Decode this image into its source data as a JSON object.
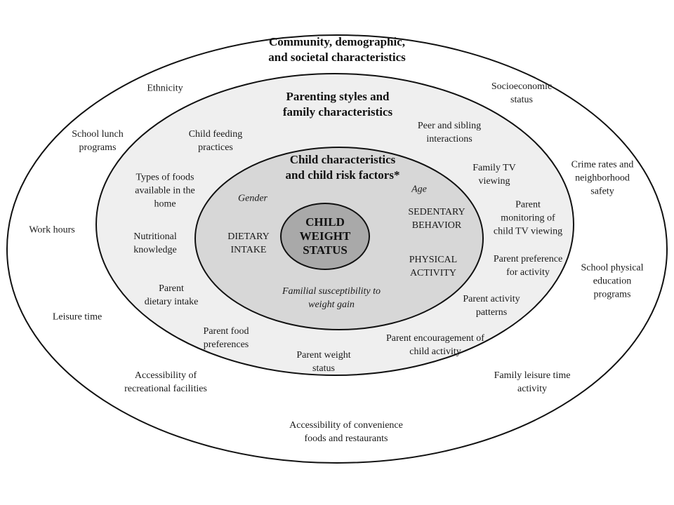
{
  "colors": {
    "outer_fill": "#ffffff",
    "middle_fill": "#efefef",
    "inner_fill": "#d7d7d7",
    "core_fill": "#a9a9a9",
    "stroke": "#111111"
  },
  "rings": {
    "outer": {
      "heading": "Community, demographic,\nand societal characteristics",
      "items": {
        "ethnicity": "Ethnicity",
        "socioeconomic": "Socioeconomic\nstatus",
        "school_lunch": "School lunch\nprograms",
        "crime_rates": "Crime rates and\nneighborhood\nsafety",
        "work_hours": "Work hours",
        "school_pe": "School physical\neducation\nprograms",
        "leisure_time": "Leisure time",
        "recreational": "Accessibility of\nrecreational facilities",
        "family_leisure": "Family leisure time\nactivity",
        "convenience_foods": "Accessibility of convenience\nfoods and restaurants"
      }
    },
    "middle": {
      "heading": "Parenting styles and\nfamily characteristics",
      "items": {
        "child_feeding": "Child feeding\npractices",
        "peer_sibling": "Peer and sibling\ninteractions",
        "family_tv": "Family TV\nviewing",
        "types_of_foods": "Types of foods\navailable in the\nhome",
        "parent_monitoring": "Parent\nmonitoring of\nchild TV viewing",
        "nutritional": "Nutritional\nknowledge",
        "parent_pref_activity": "Parent preference\nfor activity",
        "parent_dietary": "Parent\ndietary intake",
        "parent_activity_patterns": "Parent activity\npatterns",
        "parent_food_pref": "Parent food\npreferences",
        "parent_encouragement": "Parent encouragement of\nchild activity",
        "parent_weight": "Parent weight\nstatus"
      }
    },
    "inner": {
      "heading": "Child characteristics\nand child risk factors*",
      "items": {
        "gender": "Gender",
        "age": "Age",
        "dietary_intake": "DIETARY\nINTAKE",
        "sedentary": "SEDENTARY\nBEHAVIOR",
        "physical_activity": "PHYSICAL\nACTIVITY",
        "familial": "Familial susceptibility to\nweight gain"
      }
    },
    "core": {
      "label": "CHILD\nWEIGHT\nSTATUS"
    }
  }
}
